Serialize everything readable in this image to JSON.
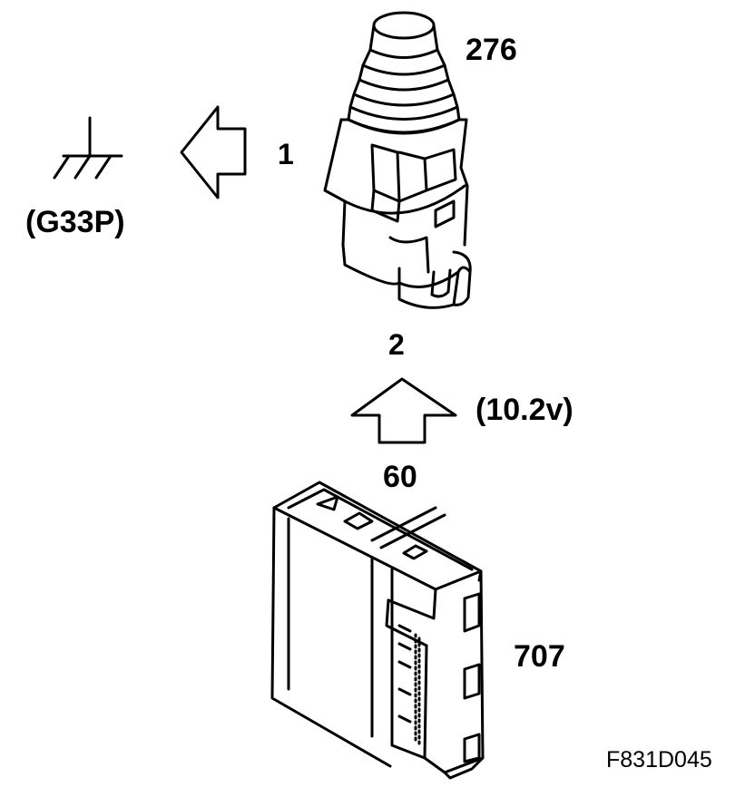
{
  "labels": {
    "sensor_ref": "276",
    "pin_ground": "1",
    "ground_ref": "(G33P)",
    "pin_signal": "2",
    "voltage": "(10.2v)",
    "ecu_pin": "60",
    "ecu_ref": "707",
    "figure_id": "F831D045"
  },
  "icons": [
    "ground-symbol-icon",
    "left-arrow-icon",
    "up-arrow-icon"
  ]
}
